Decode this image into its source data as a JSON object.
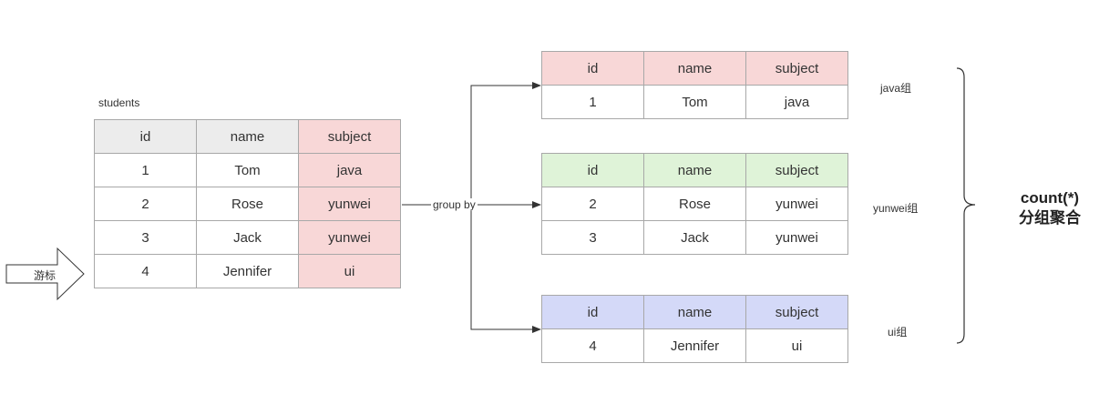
{
  "source_table": {
    "caption": "students",
    "headers": [
      "id",
      "name",
      "subject"
    ],
    "rows": [
      [
        "1",
        "Tom",
        "java"
      ],
      [
        "2",
        "Rose",
        "yunwei"
      ],
      [
        "3",
        "Jack",
        "yunwei"
      ],
      [
        "4",
        "Jennifer",
        "ui"
      ]
    ]
  },
  "cursor_label": "游标",
  "edge_label": "group by",
  "groups": [
    {
      "label": "java组",
      "color": "#f8d7d7",
      "headers": [
        "id",
        "name",
        "subject"
      ],
      "rows": [
        [
          "1",
          "Tom",
          "java"
        ]
      ]
    },
    {
      "label": "yunwei组",
      "color": "#dff3d8",
      "headers": [
        "id",
        "name",
        "subject"
      ],
      "rows": [
        [
          "2",
          "Rose",
          "yunwei"
        ],
        [
          "3",
          "Jack",
          "yunwei"
        ]
      ]
    },
    {
      "label": "ui组",
      "color": "#d4d9f8",
      "headers": [
        "id",
        "name",
        "subject"
      ],
      "rows": [
        [
          "4",
          "Jennifer",
          "ui"
        ]
      ]
    }
  ],
  "result": {
    "line1": "count(*)",
    "line2": "分组聚合"
  },
  "colors": {
    "header_gray": "#ececec",
    "subject_highlight": "#f8d7d7",
    "border": "#a8a8a8",
    "line": "#333333"
  }
}
